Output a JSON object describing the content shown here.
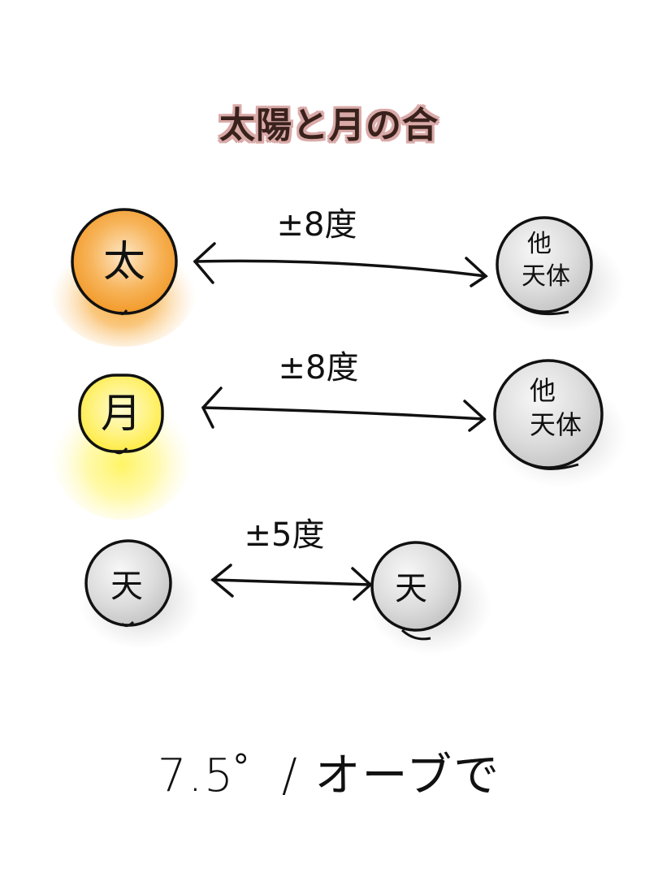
{
  "title": "太陽と月の合",
  "rows": [
    {
      "left_label": "太",
      "right_label_1": "他",
      "right_label_2": "天体",
      "orb": "±8度"
    },
    {
      "left_label": "月",
      "right_label_1": "他",
      "right_label_2": "天体",
      "orb": "±8度"
    },
    {
      "left_label": "天",
      "right_label": "天",
      "orb": "±5度"
    }
  ],
  "footer": "7.5゜/ オーブで",
  "colors": {
    "sun_glow": "#f6a634",
    "moon_glow": "#ffef33",
    "planet_fill": "#dedede",
    "title_outline": "#d9aaa8",
    "title_text": "#3a221c"
  }
}
